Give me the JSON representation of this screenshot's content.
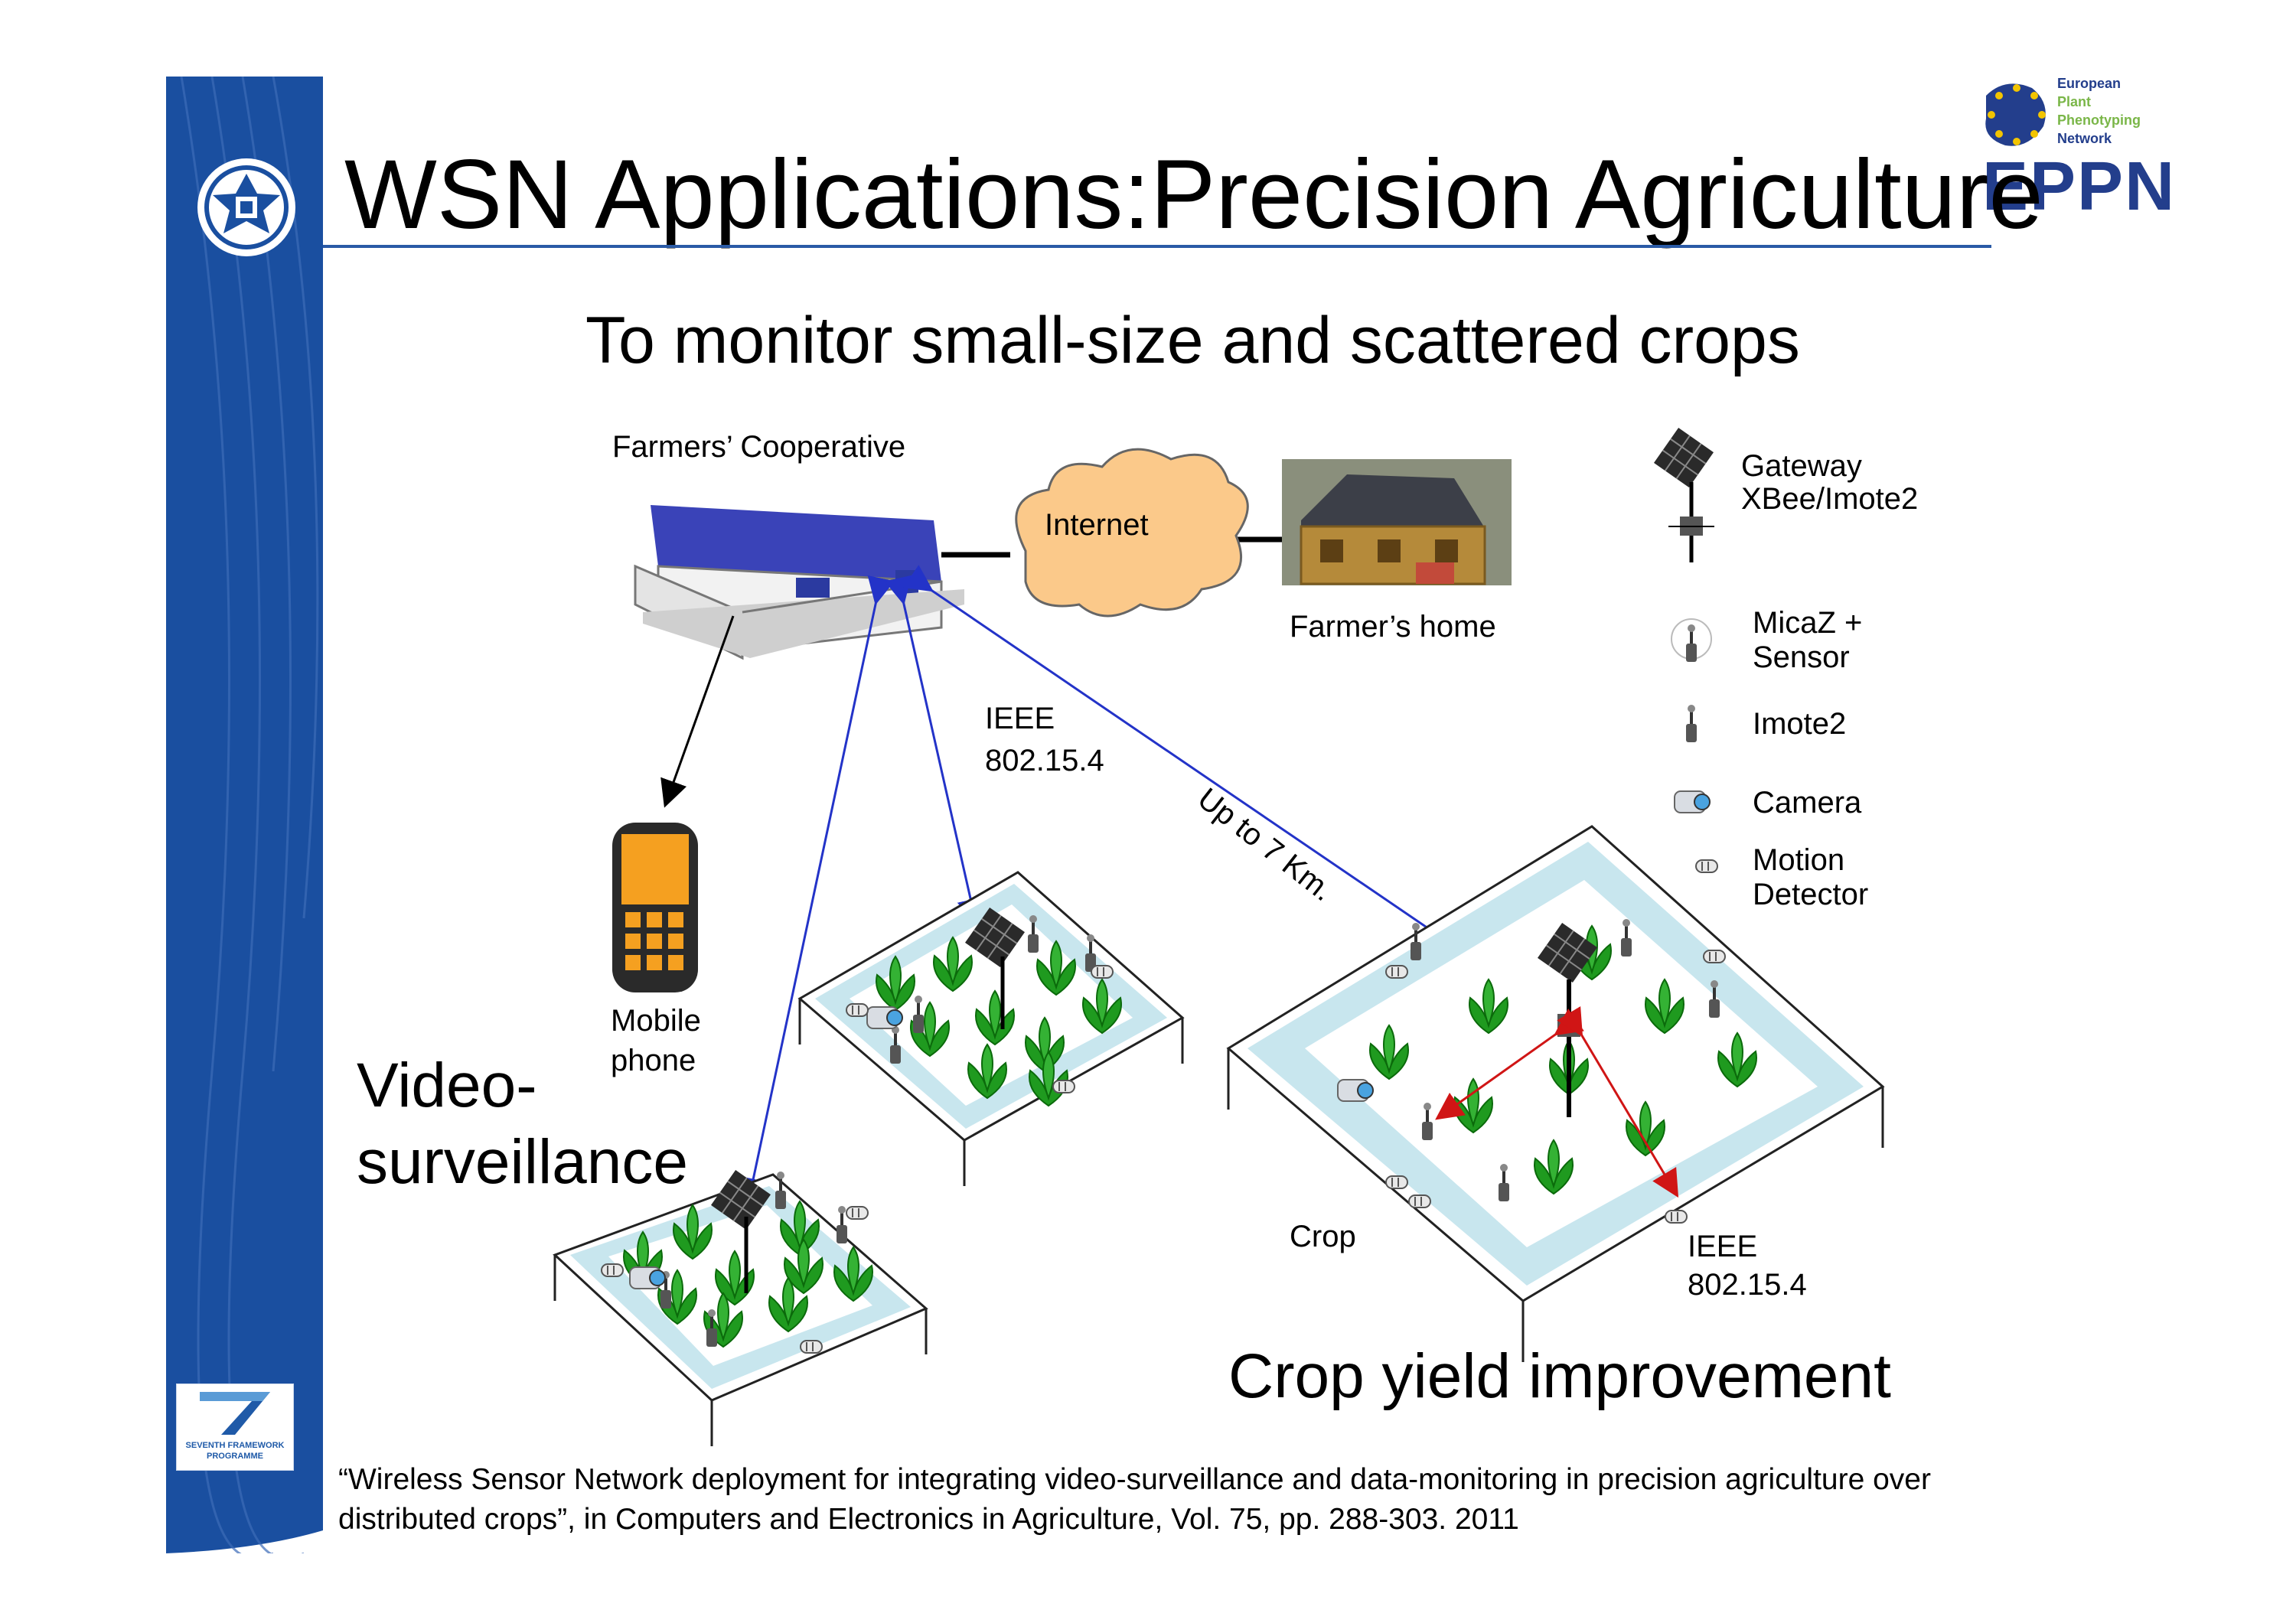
{
  "slide": {
    "title": "WSN Applications:Precision Agriculture",
    "subtitle": "To monitor small-size and scattered crops",
    "accent_color": "#1a4fa0",
    "rule_color": "#2a5aa6"
  },
  "logos": {
    "university_seal": "university-seal-icon",
    "eppn": {
      "line1": "European",
      "line2": "Plant",
      "line3": "Phenotyping",
      "line4": "Network",
      "wordmark": "EPPN"
    },
    "fp7": {
      "line1": "SEVENTH FRAMEWORK",
      "line2": "PROGRAMME"
    }
  },
  "diagram": {
    "cooperative_label": "Farmers’ Cooperative",
    "internet_label": "Internet",
    "home_label": "Farmer’s home",
    "ieee_label_top_1": "IEEE",
    "ieee_label_top_2": "802.15.4",
    "range_label": "Up to 7 Km.",
    "mobile_label_1": "Mobile",
    "mobile_label_2": "phone",
    "crop_label": "Crop",
    "ieee_label_bottom_1": "IEEE",
    "ieee_label_bottom_2": "802.15.4",
    "video_label_1": "Video-",
    "video_label_2": "surveillance",
    "yield_label": "Crop yield improvement"
  },
  "legend": {
    "gateway_1": "Gateway",
    "gateway_2": "XBee/Imote2",
    "micaz_1": "MicaZ +",
    "micaz_2": "Sensor",
    "imote": "Imote2",
    "camera": "Camera",
    "motion_1": "Motion",
    "motion_2": "Detector"
  },
  "citation": {
    "line1": "“Wireless Sensor Network deployment for integrating video-surveillance and data-monitoring in precision agriculture over",
    "line2": "distributed crops”, in Computers and Electronics in Agriculture, Vol. 75, pp. 288-303. 2011"
  }
}
